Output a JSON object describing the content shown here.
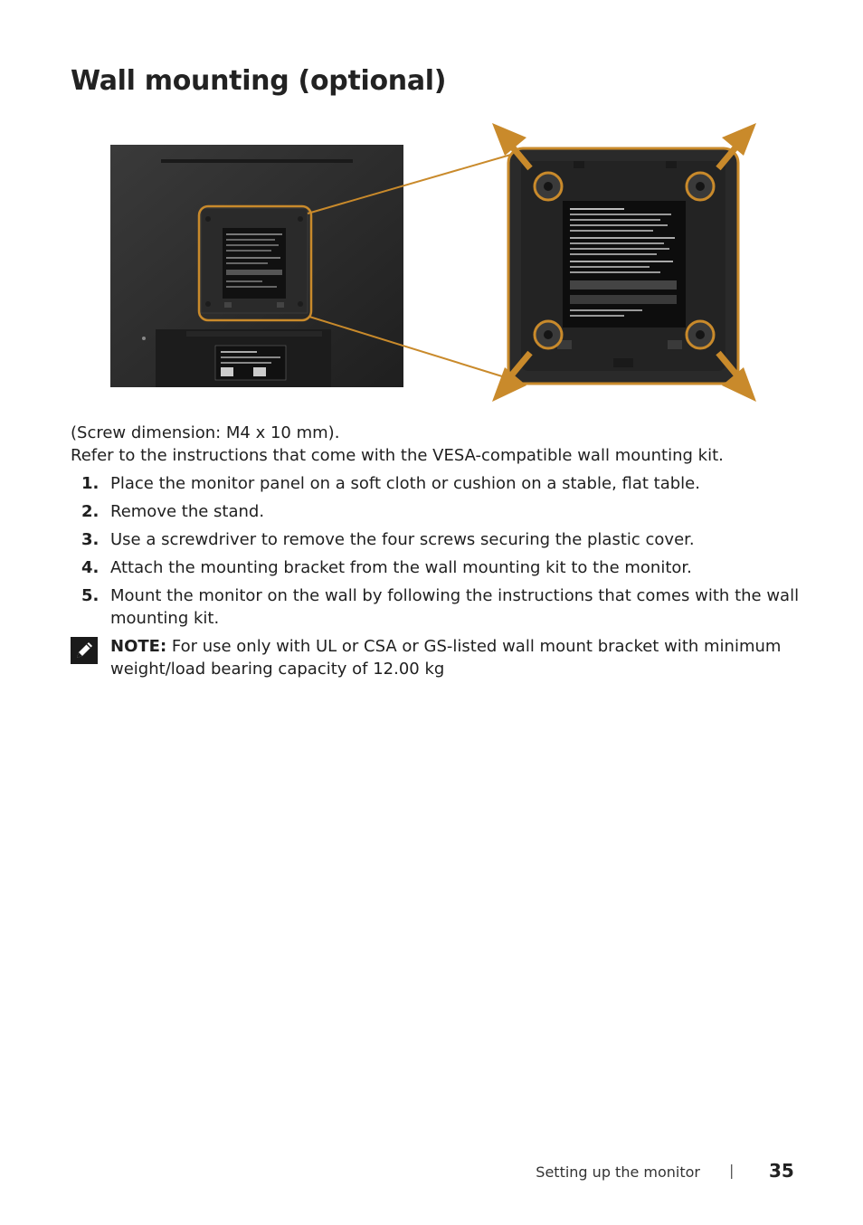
{
  "page": {
    "title": "Wall mounting (optional)",
    "intro": [
      "(Screw dimension: M4 x 10 mm).",
      "Refer to the instructions that come with the VESA-compatible wall mounting kit."
    ],
    "steps": [
      {
        "num": "1.",
        "text": "Place the monitor panel on a soft cloth or cushion on a stable, flat table."
      },
      {
        "num": "2.",
        "text": "Remove the stand."
      },
      {
        "num": "3.",
        "text": "Use a screwdriver to remove the four screws securing the plastic cover."
      },
      {
        "num": "4.",
        "text": "Attach the mounting bracket from the wall mounting kit to the monitor."
      },
      {
        "num": "5.",
        "text": "Mount the monitor on the wall by following the instructions that comes with the wall mounting kit."
      }
    ],
    "note": {
      "label": "NOTE:",
      "text": " For use only with UL or CSA or GS-listed wall mount bracket with minimum weight/load bearing capacity of 12.00 kg",
      "icon": "pencil-note-icon"
    },
    "footer": {
      "section": "Setting up the monitor",
      "separator": "|",
      "page_number": "35"
    },
    "colors": {
      "accent": "#c98a2b",
      "monitor_back": "#2b2b2b",
      "label_bg": "#111111"
    }
  }
}
